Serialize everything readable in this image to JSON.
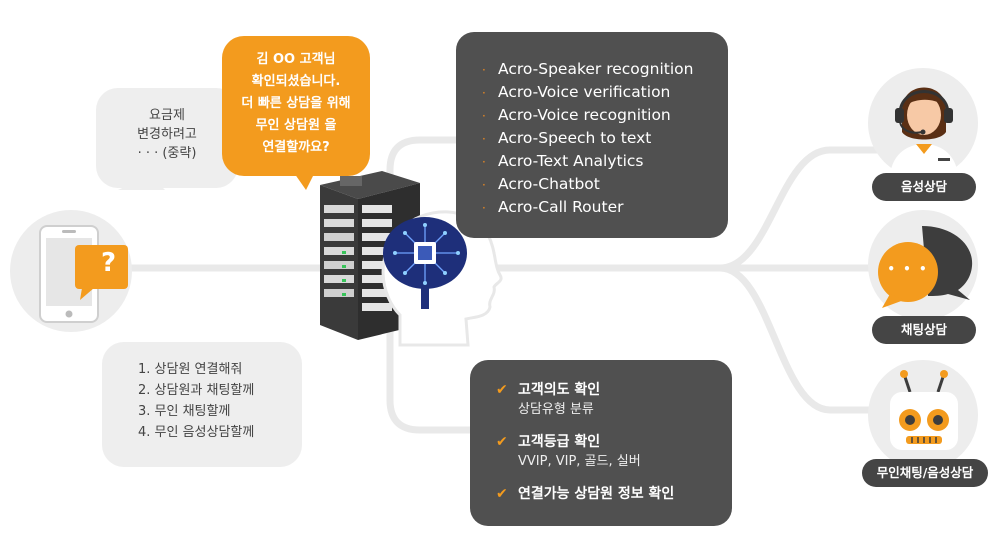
{
  "customer_bubble": {
    "line1": "요금제",
    "line2": "변경하려고",
    "line3": "· · · (중략)"
  },
  "ai_bubble": {
    "lines": [
      "김 OO 고객님",
      "확인되셨습니다.",
      "더 빠른 상담을 위해",
      "무인 상담원 을",
      "연결할까요?"
    ]
  },
  "request_options": [
    "1. 상담원 연결해줘",
    "2. 상담원과 채팅할께",
    "3. 무인 채팅할께",
    "4. 무인 음성상담할께"
  ],
  "tech_list": [
    "Acro-Speaker recognition",
    "Acro-Voice verification",
    "Acro-Voice recognition",
    "Acro-Speech to text",
    "Acro-Text Analytics",
    "Acro-Chatbot",
    "Acro-Call Router"
  ],
  "checks": [
    {
      "title": "고객의도 확인",
      "sub": "상담유형 분류"
    },
    {
      "title": "고객등급 확인",
      "sub": "VVIP, VIP, 골드, 실버"
    },
    {
      "title": "연결가능 상담원  정보 확인",
      "sub": ""
    }
  ],
  "channels": [
    "음성상담",
    "채팅상담",
    "무인채팅/음성상담"
  ],
  "phone_symbol": "?",
  "chat_dots": "• • •",
  "colors": {
    "accent": "#f39b1e",
    "dark": "#505050",
    "light": "#eeeeee",
    "line": "#e8e8e8"
  },
  "icons": [
    "smartphone-icon",
    "server-icon",
    "ai-brain-icon",
    "headset-agent-icon",
    "chat-bubble-icon",
    "robot-icon",
    "check-icon"
  ]
}
